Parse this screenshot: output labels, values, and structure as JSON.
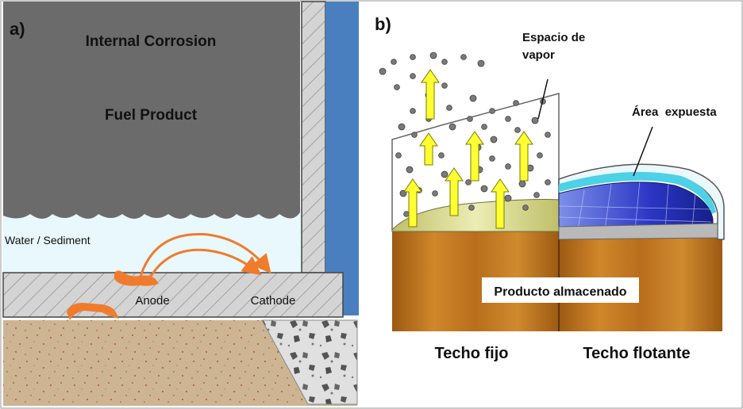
{
  "panel_a": {
    "tag": "a)",
    "title": "Internal Corrosion",
    "fuel_label": "Fuel Product",
    "water_label": "Water / Sediment",
    "anode_label": "Anode",
    "cathode_label": "Cathode"
  },
  "panel_b": {
    "tag": "b)",
    "vapor_label_line1": "Espacio de",
    "vapor_label_line2": "vapor",
    "exposed_label": "Área  expuesta",
    "product_label": "Producto almacenado",
    "fixed_roof_label": "Techo fijo",
    "floating_roof_label": "Techo flotante"
  },
  "colors": {
    "fuel": "#6b6b6b",
    "water": "#e8f8fc",
    "tank_wall": "#4a7fbf",
    "soil": "#cdb593",
    "corrosion": "#f07b2c",
    "tank_body": "#c77a1e",
    "vapor_arrow": "#ffff33",
    "floating_roof": "#2f2fb8"
  }
}
